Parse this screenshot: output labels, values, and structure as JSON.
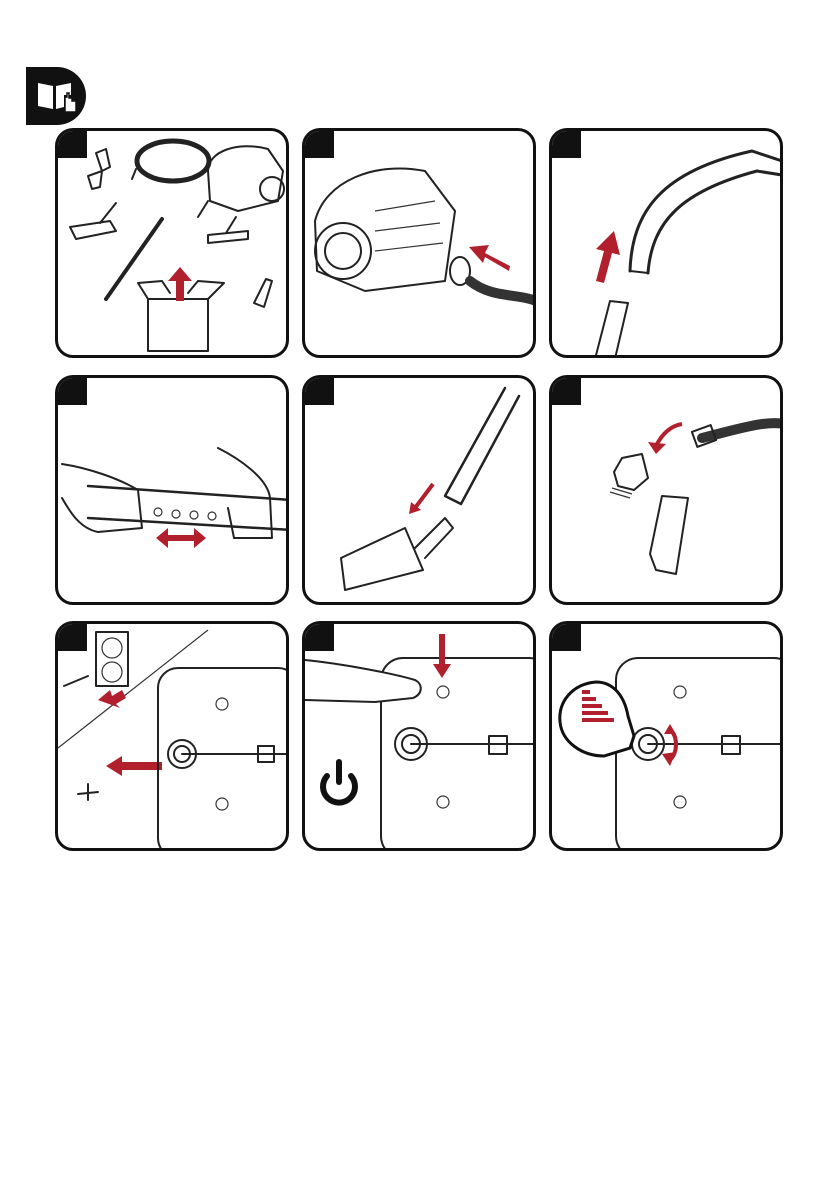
{
  "page": {
    "header_icon": "book-hand-icon",
    "accent_color": "#b3202d",
    "ink_color": "#111111"
  },
  "steps": [
    {
      "scene": "unpack-accessories",
      "icons": [
        "brush-nozzle-icon",
        "hose-icon",
        "vacuum-body-icon",
        "floor-nozzle-icon",
        "telescopic-tube-icon",
        "parquet-nozzle-icon",
        "crevice-tool-icon",
        "box-icon"
      ]
    },
    {
      "scene": "attach-hose",
      "icons": [
        "vacuum-body-icon",
        "hose-icon",
        "arrow-icon"
      ]
    },
    {
      "scene": "connect-tube-to-handle",
      "icons": [
        "handle-icon",
        "tube-icon",
        "arrow-icon"
      ]
    },
    {
      "scene": "adjust-telescopic-tube",
      "icons": [
        "hands-icon",
        "telescopic-tube-icon",
        "double-arrow-icon"
      ]
    },
    {
      "scene": "attach-floor-nozzle",
      "icons": [
        "tube-icon",
        "floor-nozzle-icon",
        "arrow-icon"
      ]
    },
    {
      "scene": "attach-small-tools",
      "icons": [
        "hose-icon",
        "brush-nozzle-icon",
        "crevice-tool-icon",
        "curved-arrow-icon"
      ]
    },
    {
      "scene": "plug-in",
      "icons": [
        "socket-icon",
        "plug-icon",
        "vacuum-top-icon",
        "arrow-icon"
      ]
    },
    {
      "scene": "power-on",
      "icons": [
        "hand-icon",
        "vacuum-top-icon",
        "power-icon",
        "arrow-icon"
      ]
    },
    {
      "scene": "adjust-power",
      "icons": [
        "power-level-icon",
        "vacuum-top-icon",
        "rotate-arrow-icon"
      ]
    }
  ]
}
